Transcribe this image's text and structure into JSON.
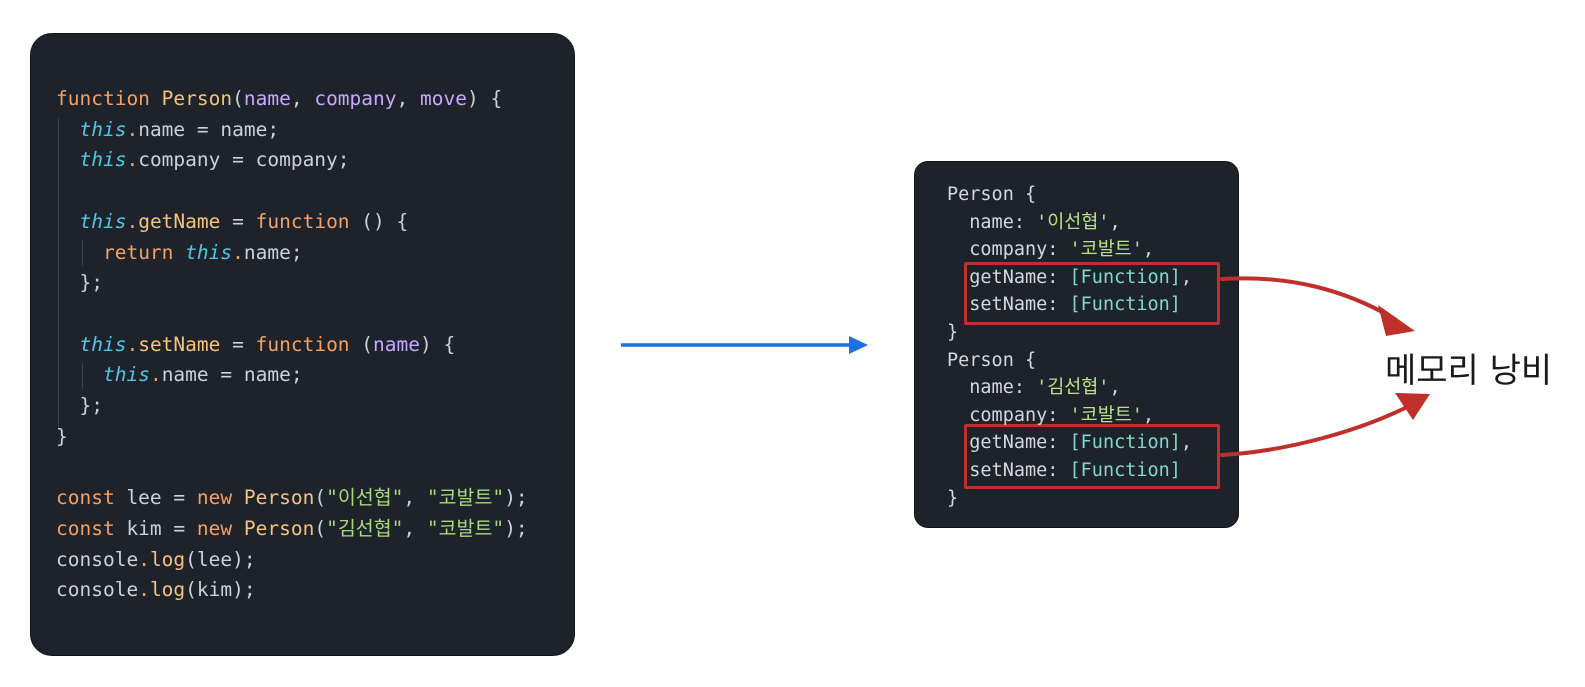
{
  "code_panel": {
    "lines": [
      [
        [
          "kw",
          "function"
        ],
        [
          "punc",
          " "
        ],
        [
          "fn",
          "Person"
        ],
        [
          "punc",
          "("
        ],
        [
          "param",
          "name"
        ],
        [
          "punc",
          ", "
        ],
        [
          "param",
          "company"
        ],
        [
          "punc",
          ", "
        ],
        [
          "param",
          "move"
        ],
        [
          "punc",
          ") {"
        ]
      ],
      [
        [
          "punc",
          "  "
        ],
        [
          "this",
          "this"
        ],
        [
          "dot",
          "."
        ],
        [
          "prop",
          "name = name;"
        ]
      ],
      [
        [
          "punc",
          "  "
        ],
        [
          "this",
          "this"
        ],
        [
          "dot",
          "."
        ],
        [
          "prop",
          "company = company;"
        ]
      ],
      [],
      [
        [
          "punc",
          "  "
        ],
        [
          "this",
          "this"
        ],
        [
          "dot",
          "."
        ],
        [
          "method",
          "getName"
        ],
        [
          "punc",
          " = "
        ],
        [
          "kw",
          "function"
        ],
        [
          "punc",
          " () {"
        ]
      ],
      [
        [
          "punc",
          "    "
        ],
        [
          "kw",
          "return"
        ],
        [
          "punc",
          " "
        ],
        [
          "this",
          "this"
        ],
        [
          "dot",
          "."
        ],
        [
          "prop",
          "name;"
        ]
      ],
      [
        [
          "punc",
          "  };"
        ]
      ],
      [],
      [
        [
          "punc",
          "  "
        ],
        [
          "this",
          "this"
        ],
        [
          "dot",
          "."
        ],
        [
          "method",
          "setName"
        ],
        [
          "punc",
          " = "
        ],
        [
          "kw",
          "function"
        ],
        [
          "punc",
          " ("
        ],
        [
          "param",
          "name"
        ],
        [
          "punc",
          ") {"
        ]
      ],
      [
        [
          "punc",
          "    "
        ],
        [
          "this",
          "this"
        ],
        [
          "dot",
          "."
        ],
        [
          "prop",
          "name = name;"
        ]
      ],
      [
        [
          "punc",
          "  };"
        ]
      ],
      [
        [
          "punc",
          "}"
        ]
      ],
      [],
      [
        [
          "kw",
          "const"
        ],
        [
          "punc",
          " lee = "
        ],
        [
          "kw",
          "new"
        ],
        [
          "punc",
          " "
        ],
        [
          "fn",
          "Person"
        ],
        [
          "punc",
          "("
        ],
        [
          "str",
          "\"이선협\""
        ],
        [
          "punc",
          ", "
        ],
        [
          "str",
          "\"코발트\""
        ],
        [
          "punc",
          ");"
        ]
      ],
      [
        [
          "kw",
          "const"
        ],
        [
          "punc",
          " kim = "
        ],
        [
          "kw",
          "new"
        ],
        [
          "punc",
          " "
        ],
        [
          "fn",
          "Person"
        ],
        [
          "punc",
          "("
        ],
        [
          "str",
          "\"김선협\""
        ],
        [
          "punc",
          ", "
        ],
        [
          "str",
          "\"코발트\""
        ],
        [
          "punc",
          ");"
        ]
      ],
      [
        [
          "punc",
          "console"
        ],
        [
          "dot",
          "."
        ],
        [
          "method",
          "log"
        ],
        [
          "punc",
          "(lee);"
        ]
      ],
      [
        [
          "punc",
          "console"
        ],
        [
          "dot",
          "."
        ],
        [
          "method",
          "log"
        ],
        [
          "punc",
          "(kim);"
        ]
      ]
    ]
  },
  "output_panel": {
    "lines": [
      [
        [
          "obj",
          "Person {"
        ]
      ],
      [
        [
          "obj",
          "  name: "
        ],
        [
          "ostr",
          "'이선협'"
        ],
        [
          "obj",
          ","
        ]
      ],
      [
        [
          "obj",
          "  company: "
        ],
        [
          "ostr",
          "'코발트'"
        ],
        [
          "obj",
          ","
        ]
      ],
      [
        [
          "obj",
          "  getName: "
        ],
        [
          "ofn",
          "[Function]"
        ],
        [
          "obj",
          ","
        ]
      ],
      [
        [
          "obj",
          "  setName: "
        ],
        [
          "ofn",
          "[Function]"
        ]
      ],
      [
        [
          "obj",
          "}"
        ]
      ],
      [
        [
          "obj",
          "Person {"
        ]
      ],
      [
        [
          "obj",
          "  name: "
        ],
        [
          "ostr",
          "'김선협'"
        ],
        [
          "obj",
          ","
        ]
      ],
      [
        [
          "obj",
          "  company: "
        ],
        [
          "ostr",
          "'코발트'"
        ],
        [
          "obj",
          ","
        ]
      ],
      [
        [
          "obj",
          "  getName: "
        ],
        [
          "ofn",
          "[Function]"
        ],
        [
          "obj",
          ","
        ]
      ],
      [
        [
          "obj",
          "  setName: "
        ],
        [
          "ofn",
          "[Function]"
        ]
      ],
      [
        [
          "obj",
          "}"
        ]
      ]
    ]
  },
  "label": {
    "memory_waste": "메모리 낭비"
  },
  "colors": {
    "flow_arrow": "#1f6fe5",
    "highlight": "#c0302b",
    "panel_bg": "#1e232b"
  }
}
